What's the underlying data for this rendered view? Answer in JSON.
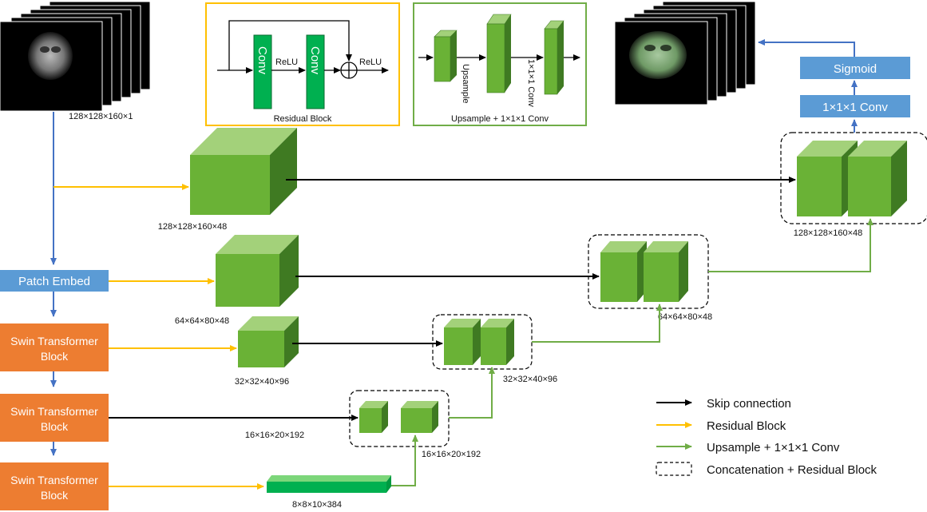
{
  "colors": {
    "blue_arrow": "#4472C4",
    "blue_box": "#5B9BD5",
    "orange_box": "#ED7D31",
    "yellow_arrow": "#FFC000",
    "green_arrow": "#70AD47",
    "cube_front": "#6AB236",
    "cube_top": "#A3D17A",
    "cube_side": "#3F7A22",
    "conv_green": "#00B050"
  },
  "labels": {
    "input_dim": "128×128×160×1",
    "enc1_dim": "128×128×160×48",
    "enc2_dim": "64×64×80×48",
    "enc3_dim": "32×32×40×96",
    "enc4_dim": "16×16×20×192",
    "bottleneck_dim": "8×8×10×384",
    "dec4_dim": "16×16×20×192",
    "dec3_dim": "32×32×40×96",
    "dec2_dim": "64×64×80×48",
    "dec1_dim": "128×128×160×48"
  },
  "blocks": {
    "patch_embed": "Patch Embed",
    "swin1": [
      "Swin Transformer",
      "Block"
    ],
    "swin2": [
      "Swin Transformer",
      "Block"
    ],
    "swin3": [
      "Swin Transformer",
      "Block"
    ],
    "conv111": "1×1×1 Conv",
    "sigmoid": "Sigmoid"
  },
  "inset_residual": {
    "title": "Residual Block",
    "conv1": "Conv",
    "conv2": "Conv",
    "relu1": "ReLU",
    "relu2": "ReLU"
  },
  "inset_upsample": {
    "title": "Upsample + 1×1×1 Conv",
    "upsample": "Upsample",
    "conv": "1×1×1 Conv"
  },
  "legend": [
    {
      "key": "skip",
      "label": "Skip connection"
    },
    {
      "key": "residual",
      "label": "Residual Block"
    },
    {
      "key": "upsample",
      "label": "Upsample + 1×1×1 Conv"
    },
    {
      "key": "concat",
      "label": "Concatenation + Residual Block"
    }
  ]
}
